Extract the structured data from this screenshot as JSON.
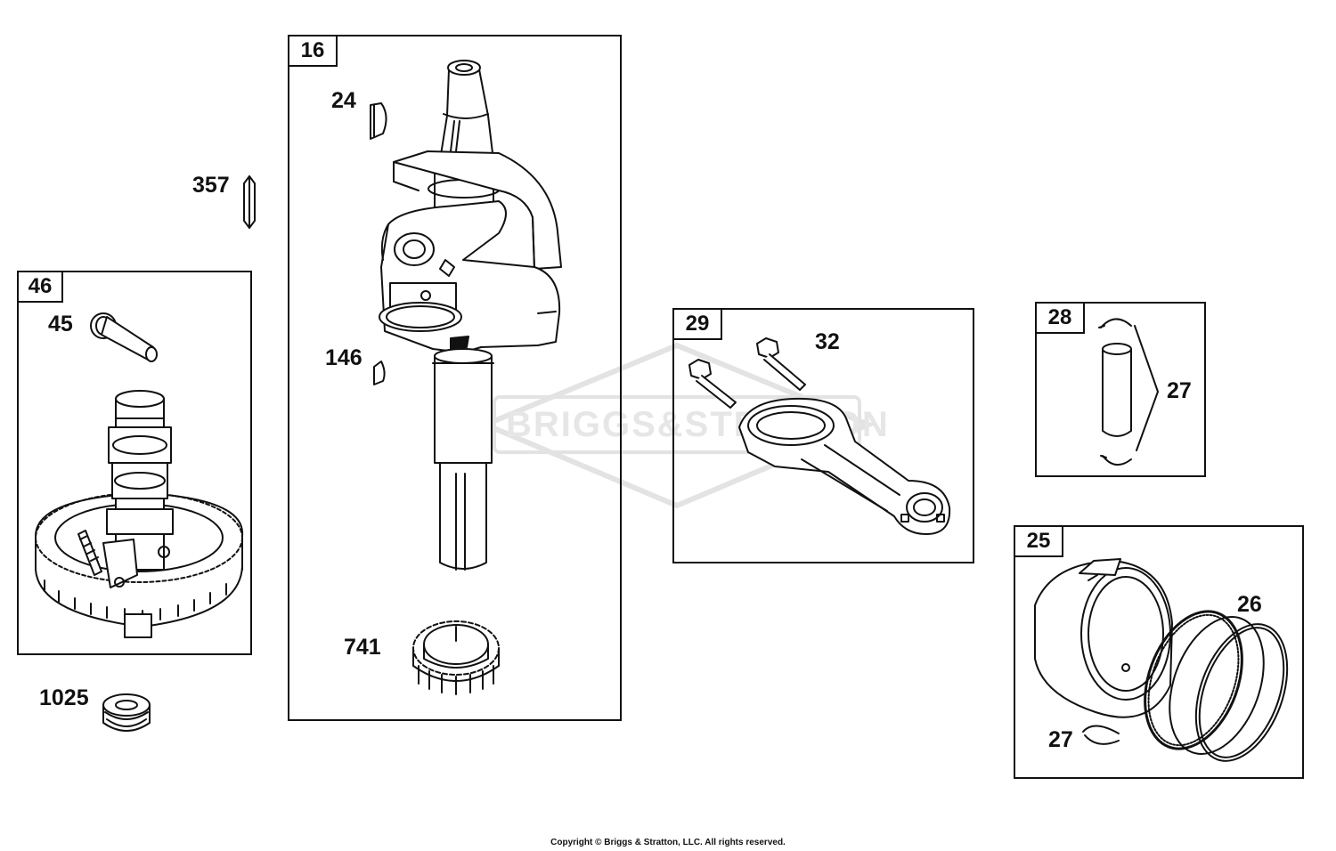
{
  "diagram": {
    "watermark": "BRIGGS&STRATTON",
    "footer": "Copyright © Briggs & Stratton, LLC. All rights reserved.",
    "groups": [
      {
        "id": "16"
      },
      {
        "id": "46"
      },
      {
        "id": "29"
      },
      {
        "id": "28"
      },
      {
        "id": "25"
      }
    ],
    "callouts": {
      "c24": "24",
      "c357": "357",
      "c45": "45",
      "c146": "146",
      "c741": "741",
      "c1025": "1025",
      "c32": "32",
      "c27a": "27",
      "c26": "26",
      "c27b": "27"
    }
  }
}
